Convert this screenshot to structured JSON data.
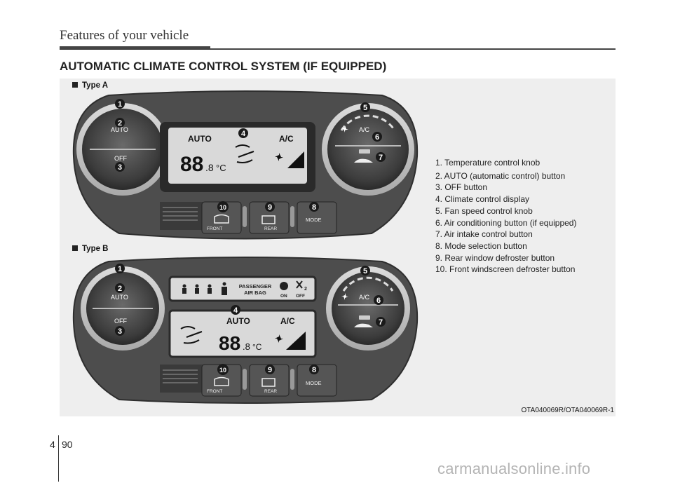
{
  "header": {
    "title": "Features of your vehicle"
  },
  "section_title": "AUTOMATIC CLIMATE CONTROL SYSTEM (IF EQUIPPED)",
  "figure": {
    "type_a_label": "Type A",
    "type_b_label": "Type B",
    "code": "OTA040069R/OTA040069R-1",
    "panel": {
      "auto": "AUTO",
      "off": "OFF",
      "ac": "A/C",
      "display_auto": "AUTO",
      "display_ac": "A/C",
      "temp_digits": "88",
      "temp_decimal": ".8",
      "temp_unit": "°C",
      "front": "FRONT",
      "rear": "REAR",
      "mode": "MODE",
      "passenger_line1": "PASSENGER",
      "passenger_line2": "AIR BAG",
      "airbag_on": "ON",
      "airbag_off": "OFF",
      "airbag_num": "2"
    },
    "callouts": [
      "1",
      "2",
      "3",
      "4",
      "5",
      "6",
      "7",
      "8",
      "9",
      "10"
    ]
  },
  "legend": [
    "1. Temperature control knob",
    "2. AUTO (automatic control) button",
    "3. OFF button",
    "4. Climate control display",
    "5. Fan speed control knob",
    "6. Air conditioning button (if equipped)",
    "7. Air intake control button",
    "8. Mode selection button",
    "9. Rear window defroster button",
    "10. Front windscreen defroster button"
  ],
  "footer": {
    "chapter": "4",
    "page": "90"
  },
  "watermark": "carmanualsonline.info",
  "colors": {
    "panel_dark": "#4a4a4a",
    "panel_frame": "#c9c9c9",
    "display_bg": "#d8d8d8",
    "callout_bg": "#1a1a1a"
  }
}
